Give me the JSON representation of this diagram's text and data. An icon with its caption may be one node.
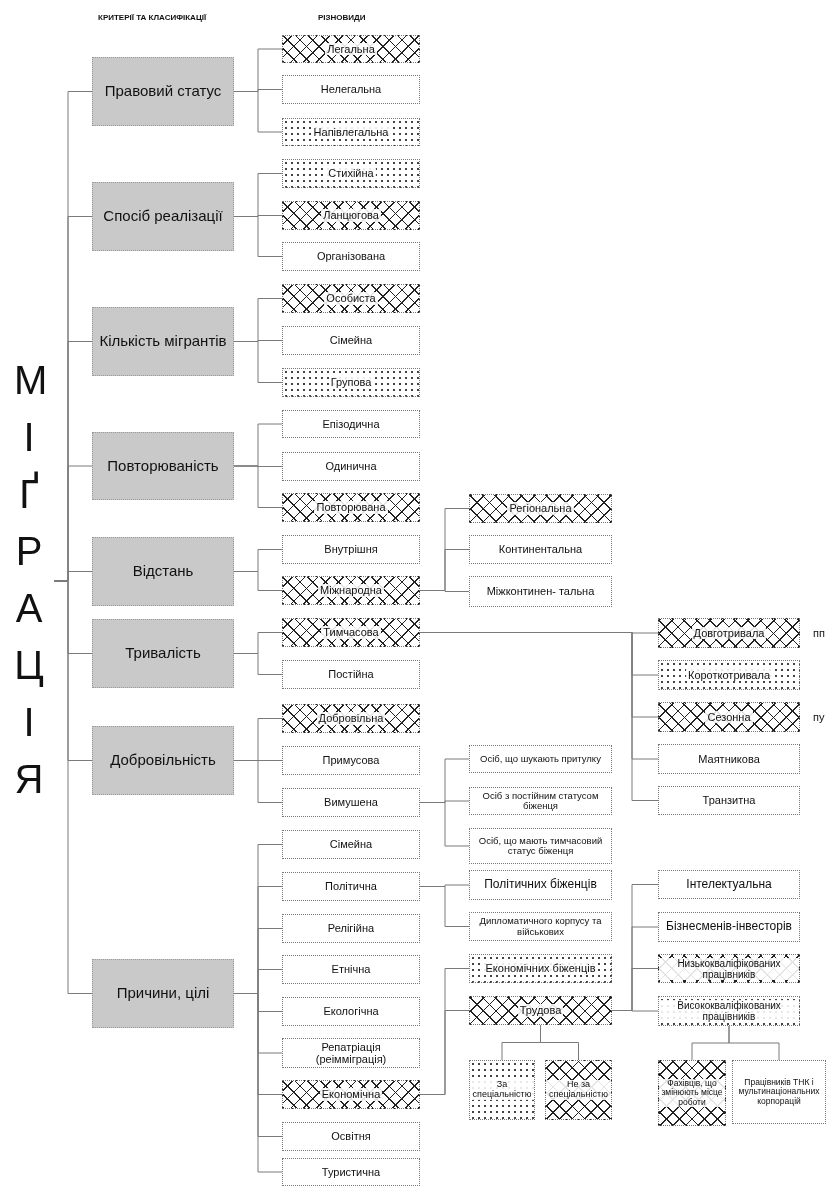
{
  "diagram": {
    "nodes": [
      {
        "text": [
          "МІҐРАЦІЯ"
        ]
      },
      {
        "text": [
          "Правовий статус"
        ]
      },
      {
        "text": [
          "Легальна"
        ]
      },
      {
        "text": [
          "Нелегальна"
        ]
      },
      {
        "text": [
          "Напівлегальна"
        ]
      },
      {
        "text": [
          "Спосіб реалізації"
        ]
      },
      {
        "text": [
          "Стихійна"
        ]
      },
      {
        "text": [
          "Ланцюгова"
        ]
      },
      {
        "text": [
          "Організована"
        ]
      },
      {
        "text": [
          "Кількість мігрантів"
        ]
      },
      {
        "text": [
          "Особиста"
        ]
      },
      {
        "text": [
          "Сімейна"
        ]
      },
      {
        "text": [
          "Групова"
        ]
      },
      {
        "text": [
          "Повторюваність"
        ]
      },
      {
        "text": [
          "Епізодична"
        ]
      },
      {
        "text": [
          "Одинична"
        ]
      },
      {
        "text": [
          "Повторювана"
        ]
      },
      {
        "text": [
          "Відстань"
        ]
      },
      {
        "text": [
          "Внутрішня"
        ]
      },
      {
        "text": [
          "Міжнародна"
        ]
      },
      {
        "text": [
          "Регіональна"
        ]
      },
      {
        "text": [
          "Континентальна"
        ]
      },
      {
        "text": [
          "Міжконтинен- тальна"
        ]
      },
      {
        "text": [
          "Тривалість"
        ]
      },
      {
        "text": [
          "Тимчасова"
        ]
      },
      {
        "text": [
          "Постійна"
        ]
      },
      {
        "text": [
          "Довготривала"
        ],
        "beside": [
          "пп"
        ]
      },
      {
        "text": [
          "Короткотривала"
        ]
      },
      {
        "text": [
          "Сезонна"
        ],
        "beside": [
          "пу"
        ]
      },
      {
        "text": [
          "Маятникова"
        ]
      },
      {
        "text": [
          "Транзитна"
        ]
      },
      {
        "text": [
          "Добровільність"
        ]
      },
      {
        "text": [
          "Добровільна"
        ]
      },
      {
        "text": [
          "Примусова"
        ]
      },
      {
        "text": [
          "Вимушена"
        ]
      },
      {
        "text": [
          "Осіб, що шукають притулку"
        ]
      },
      {
        "text": [
          "Осіб з постійним статусом біженця"
        ]
      },
      {
        "text": [
          "Осіб, що мають тимчасовий статус біженця"
        ]
      },
      {
        "text": [
          "Причини, цілі"
        ]
      },
      {
        "text": [
          "Сімейна"
        ]
      },
      {
        "text": [
          "Політична"
        ]
      },
      {
        "text": [
          "Релігійна"
        ]
      },
      {
        "text": [
          "Етнічна"
        ]
      },
      {
        "text": [
          "Екологічна"
        ]
      },
      {
        "text": [
          "Репатріація (реімміграція)"
        ]
      },
      {
        "text": [
          "Економічна"
        ]
      },
      {
        "text": [
          "Освітня"
        ]
      },
      {
        "text": [
          "Туристична"
        ]
      },
      {
        "text": [
          "Політичних біженців"
        ]
      },
      {
        "text": [
          "Дипломатичного корпусу та військових"
        ]
      },
      {
        "text": [
          "Економічних біженців"
        ]
      },
      {
        "text": [
          "Трудова"
        ]
      },
      {
        "text": [
          "За спеціальністю"
        ]
      },
      {
        "text": [
          "Не за спеціальністю"
        ]
      },
      {
        "text": [
          "Інтелектуальна"
        ]
      },
      {
        "text": [
          "Бізнесменів-інвесторів"
        ]
      },
      {
        "text": [
          "Низькокваліфікованих працівників"
        ]
      },
      {
        "text": [
          "Висококваліфікованих працівників"
        ]
      },
      {
        "text": [
          "Фахівців, що змінюють місце роботи"
        ]
      },
      {
        "text": [
          "Працівників ТНК і мультинаціональних корпорацій"
        ]
      }
    ],
    "edges": [
      {
        "from": 0,
        "to": 1,
        "arrow": "none"
      },
      {
        "from": 0,
        "to": 5,
        "arrow": "none"
      },
      {
        "from": 0,
        "to": 9,
        "arrow": "none"
      },
      {
        "from": 0,
        "to": 13,
        "arrow": "none"
      },
      {
        "from": 0,
        "to": 17,
        "arrow": "none"
      },
      {
        "from": 0,
        "to": 23,
        "arrow": "none"
      },
      {
        "from": 0,
        "to": 31,
        "arrow": "none"
      },
      {
        "from": 0,
        "to": 38,
        "arrow": "none"
      },
      {
        "from": 1,
        "to": 2,
        "arrow": "none"
      },
      {
        "from": 1,
        "to": 3,
        "arrow": "none"
      },
      {
        "from": 1,
        "to": 4,
        "arrow": "none"
      },
      {
        "from": 5,
        "to": 6,
        "arrow": "none"
      },
      {
        "from": 5,
        "to": 7,
        "arrow": "none"
      },
      {
        "from": 5,
        "to": 8,
        "arrow": "none"
      },
      {
        "from": 9,
        "to": 10,
        "arrow": "none"
      },
      {
        "from": 9,
        "to": 11,
        "arrow": "none"
      },
      {
        "from": 9,
        "to": 12,
        "arrow": "none"
      },
      {
        "from": 13,
        "to": 14,
        "arrow": "none"
      },
      {
        "from": 13,
        "to": 15,
        "arrow": "none"
      },
      {
        "from": 13,
        "to": 16,
        "arrow": "none"
      },
      {
        "from": 17,
        "to": 18,
        "arrow": "none"
      },
      {
        "from": 17,
        "to": 19,
        "arrow": "none"
      },
      {
        "from": 19,
        "to": 20,
        "arrow": "none"
      },
      {
        "from": 19,
        "to": 21,
        "arrow": "none"
      },
      {
        "from": 19,
        "to": 22,
        "arrow": "none"
      },
      {
        "from": 23,
        "to": 24,
        "arrow": "none"
      },
      {
        "from": 23,
        "to": 25,
        "arrow": "none"
      },
      {
        "from": 24,
        "to": 26,
        "arrow": "none"
      },
      {
        "from": 24,
        "to": 27,
        "arrow": "none"
      },
      {
        "from": 24,
        "to": 28,
        "arrow": "none"
      },
      {
        "from": 24,
        "to": 29,
        "arrow": "none"
      },
      {
        "from": 24,
        "to": 30,
        "arrow": "none"
      },
      {
        "from": 31,
        "to": 32,
        "arrow": "none"
      },
      {
        "from": 31,
        "to": 33,
        "arrow": "none"
      },
      {
        "from": 31,
        "to": 34,
        "arrow": "none"
      },
      {
        "from": 34,
        "to": 35,
        "arrow": "none"
      },
      {
        "from": 34,
        "to": 36,
        "arrow": "none"
      },
      {
        "from": 34,
        "to": 37,
        "arrow": "none"
      },
      {
        "from": 38,
        "to": 39,
        "arrow": "none"
      },
      {
        "from": 38,
        "to": 40,
        "arrow": "none"
      },
      {
        "from": 38,
        "to": 41,
        "arrow": "none"
      },
      {
        "from": 38,
        "to": 42,
        "arrow": "none"
      },
      {
        "from": 38,
        "to": 43,
        "arrow": "none"
      },
      {
        "from": 38,
        "to": 44,
        "arrow": "none"
      },
      {
        "from": 38,
        "to": 45,
        "arrow": "none"
      },
      {
        "from": 38,
        "to": 46,
        "arrow": "none"
      },
      {
        "from": 38,
        "to": 47,
        "arrow": "none"
      },
      {
        "from": 40,
        "to": 48,
        "arrow": "none"
      },
      {
        "from": 40,
        "to": 49,
        "arrow": "none"
      },
      {
        "from": 45,
        "to": 50,
        "arrow": "none"
      },
      {
        "from": 45,
        "to": 51,
        "arrow": "none"
      },
      {
        "from": 51,
        "to": 52,
        "arrow": "none"
      },
      {
        "from": 51,
        "to": 53,
        "arrow": "none"
      },
      {
        "from": 51,
        "to": 54,
        "arrow": "none"
      },
      {
        "from": 51,
        "to": 55,
        "arrow": "none"
      },
      {
        "from": 51,
        "to": 56,
        "arrow": "none"
      },
      {
        "from": 51,
        "to": 57,
        "arrow": "none"
      },
      {
        "from": 57,
        "to": 58,
        "arrow": "none"
      },
      {
        "from": 57,
        "to": 59,
        "arrow": "none"
      }
    ],
    "labels": [
      "КРИТЕРІЇ ТА КЛАСИФІКАЦІЇ",
      "РІЗНОВИДИ"
    ]
  }
}
